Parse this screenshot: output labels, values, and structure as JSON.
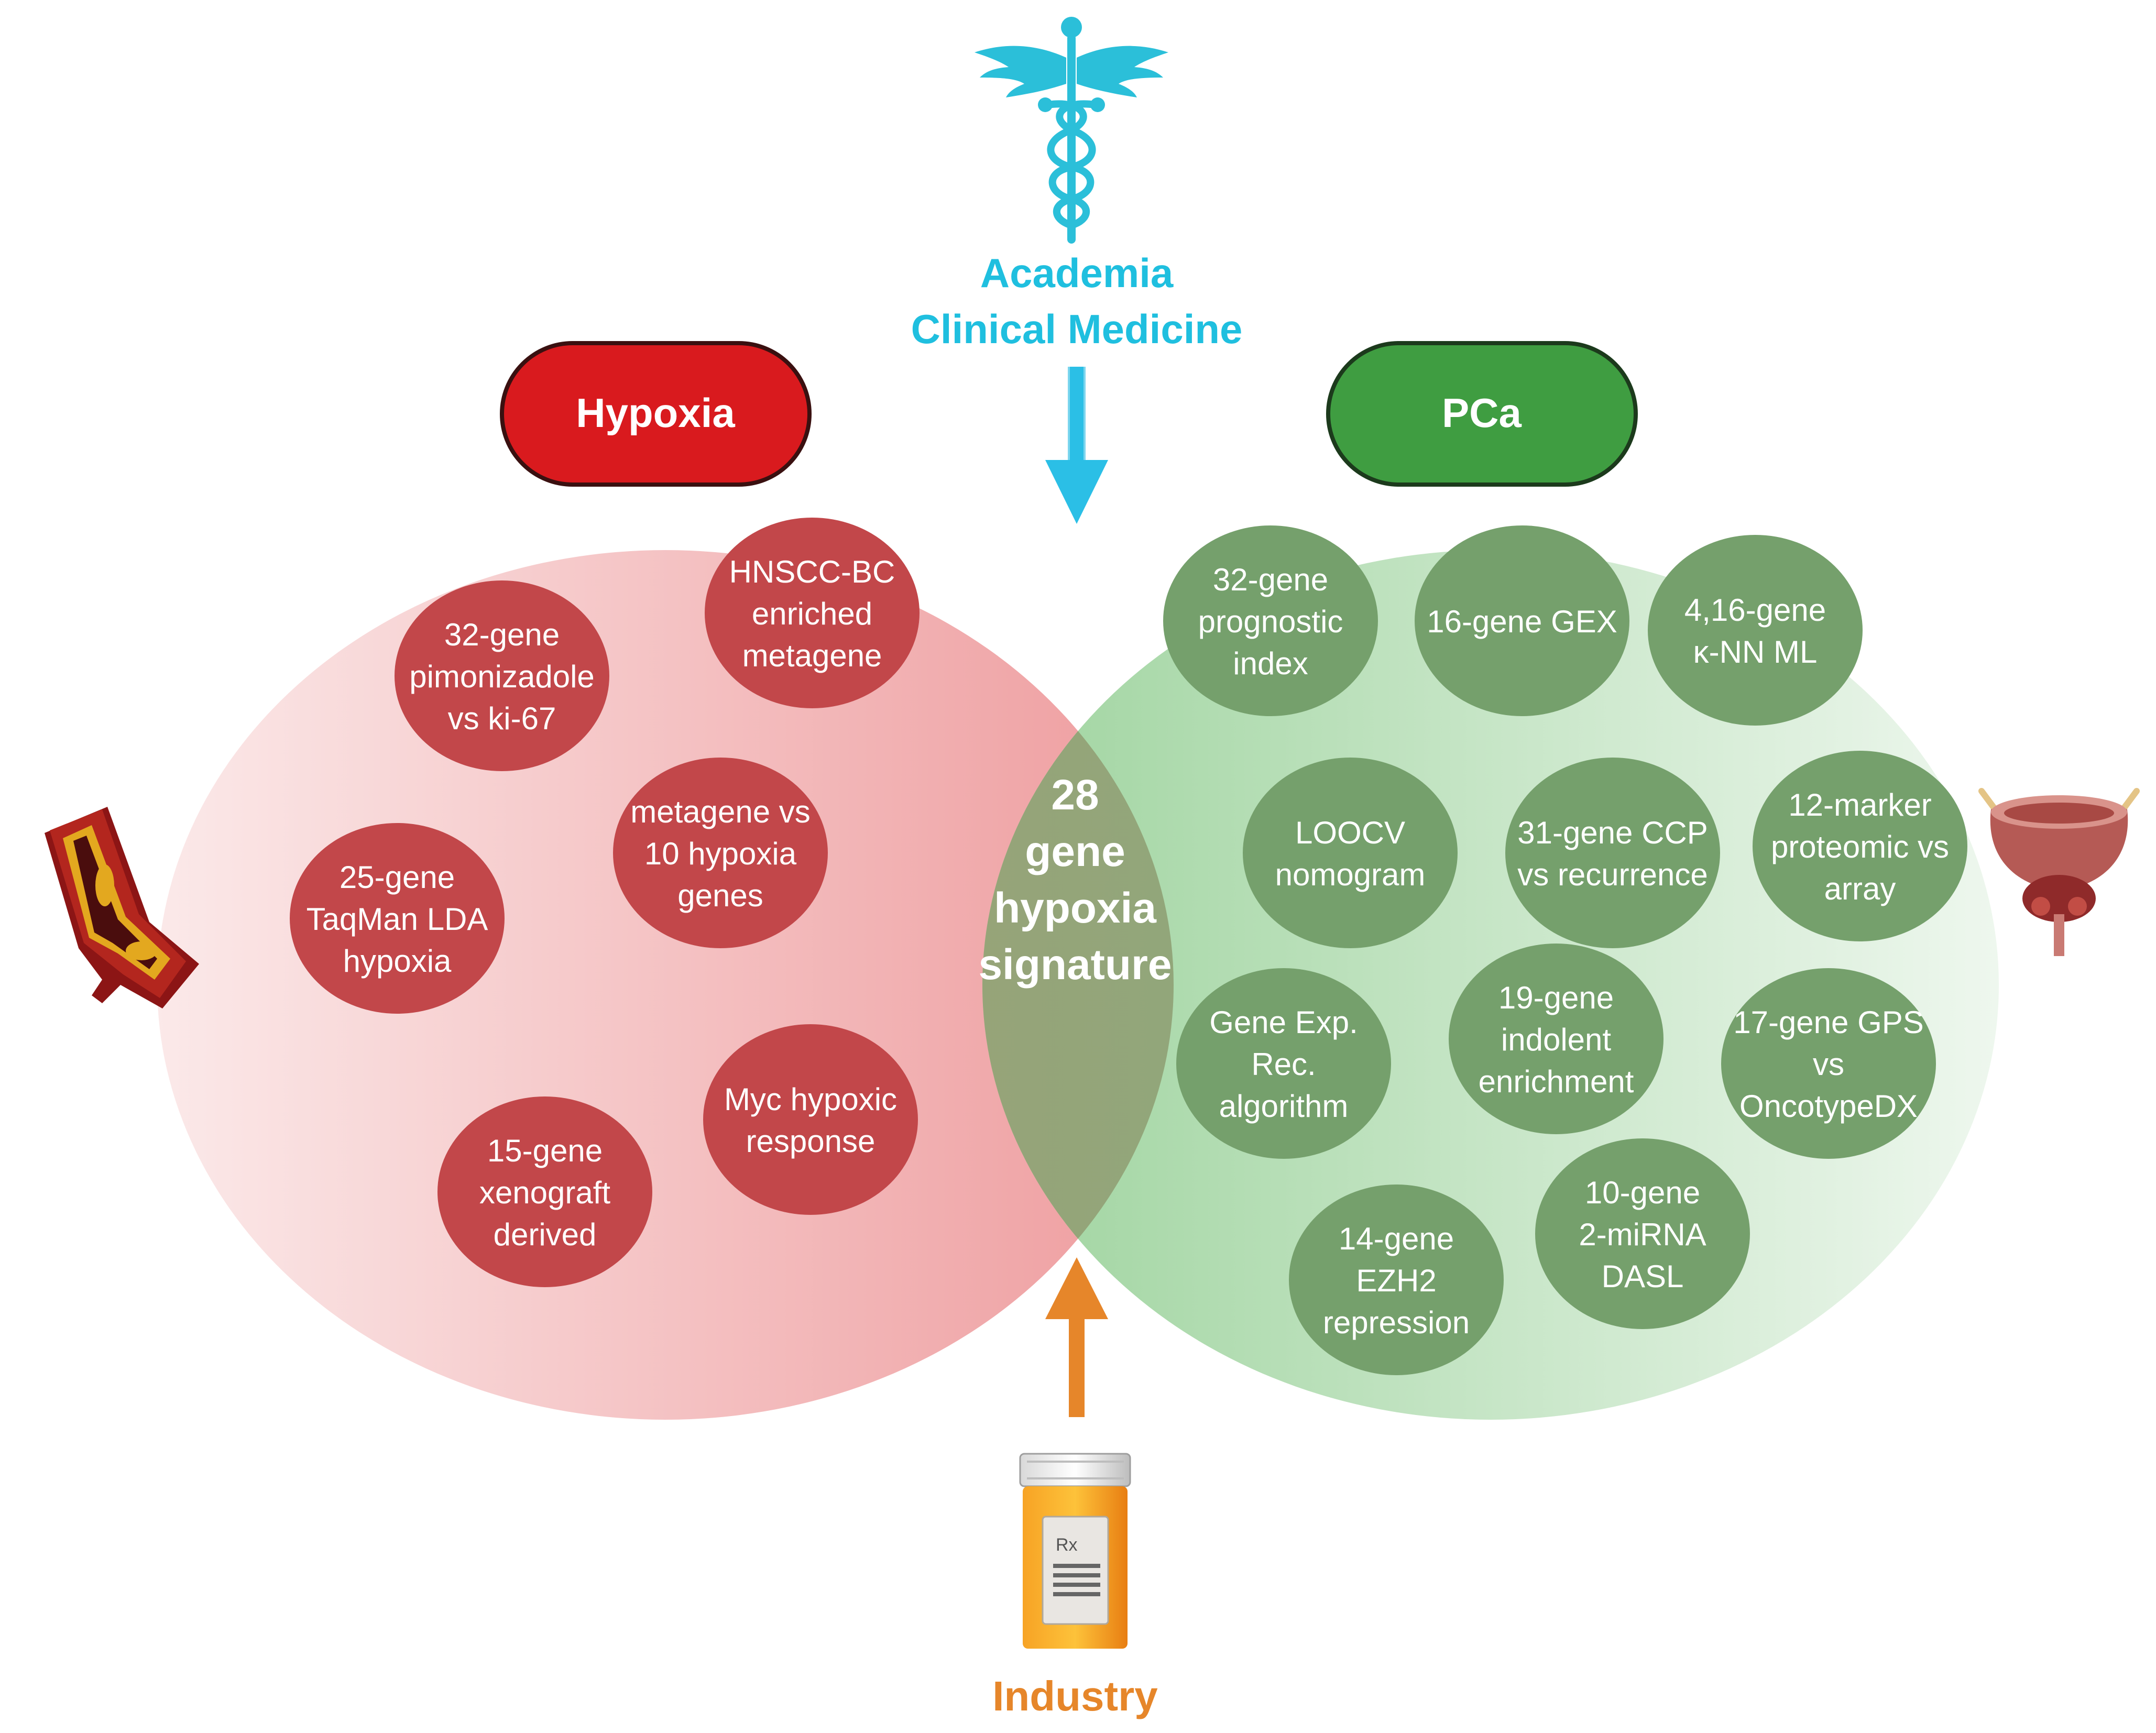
{
  "colors": {
    "hypoxia": "#d91a1e",
    "hypoxia_bubble": "#c2474a",
    "pca": "#3f9d41",
    "pca_bubble": "#75a06c",
    "academia": "#1fbfdf",
    "industry": "#e6862a"
  },
  "top": {
    "icon": "caduceus-icon",
    "line1": "Academia",
    "line2": "Clinical Medicine"
  },
  "bottom": {
    "icon": "pill-bottle-icon",
    "rx_label": "Rx",
    "label": "Industry"
  },
  "left": {
    "label": "Hypoxia",
    "icon": "blood-vessel-icon",
    "items": [
      [
        "32-gene",
        "pimonizadole",
        "vs ki-67"
      ],
      [
        "HNSCC-BC",
        "enriched",
        "metagene"
      ],
      [
        "metagene vs",
        "10 hypoxia",
        "genes"
      ],
      [
        "25-gene",
        "TaqMan LDA",
        "hypoxia"
      ],
      [
        "Myc hypoxic",
        "response"
      ],
      [
        "15-gene",
        "xenograft",
        "derived"
      ]
    ]
  },
  "right": {
    "label": "PCa",
    "icon": "bladder-prostate-icon",
    "items": [
      [
        "32-gene",
        "prognostic",
        "index"
      ],
      [
        "16-gene GEX"
      ],
      [
        "4,16-gene",
        "κ-NN ML"
      ],
      [
        "LOOCV",
        "nomogram"
      ],
      [
        "31-gene CCP",
        "vs recurrence"
      ],
      [
        "12-marker",
        "proteomic vs",
        "array"
      ],
      [
        "Gene Exp.",
        "Rec.",
        "algorithm"
      ],
      [
        "19-gene",
        "indolent",
        "enrichment"
      ],
      [
        "17-gene GPS",
        "vs",
        "OncotypeDX"
      ],
      [
        "14-gene",
        "EZH2",
        "repression"
      ],
      [
        "10-gene",
        "2-miRNA",
        "DASL"
      ]
    ]
  },
  "center": {
    "lines": [
      "28",
      "gene",
      "hypoxia",
      "signature"
    ]
  }
}
